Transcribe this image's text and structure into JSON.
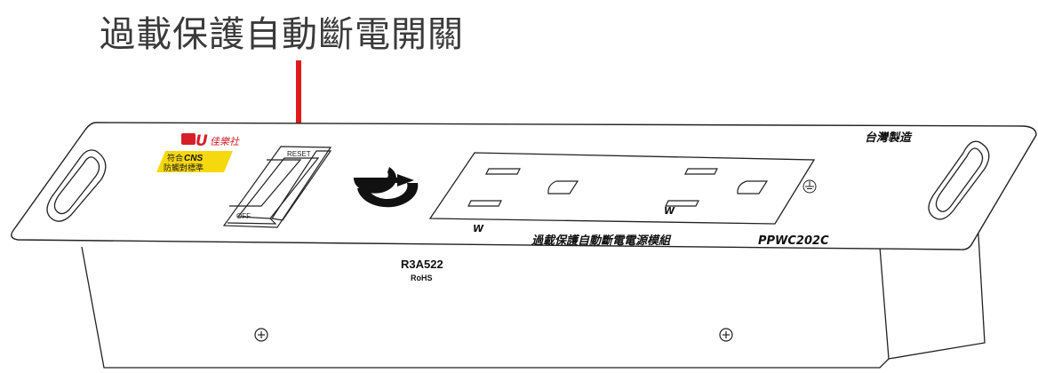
{
  "heading": "過載保護自動斷電開關",
  "brand": {
    "logo_mark": "U",
    "logo_text": "佳樂社",
    "badge_line1_prefix": "符合",
    "badge_line1_strong": "CNS",
    "badge_line2": "防觸對標準",
    "badge_color": "#f6d80f",
    "logo_color": "#d61f2a"
  },
  "switch": {
    "reset_label": "RESET",
    "off_label": "OFF"
  },
  "outlets": [
    {
      "label": "W"
    },
    {
      "label": "W"
    }
  ],
  "made_in": "台灣製造",
  "product_name": "過載保護自動斷電電源模組",
  "model": "PPWC202C",
  "cert_code": "R3A522",
  "rohs": "RoHS",
  "pointer_color": "#e01b1b",
  "icons": [
    "inspection-mark-icon",
    "ground-symbol-icon",
    "screw-icon"
  ]
}
